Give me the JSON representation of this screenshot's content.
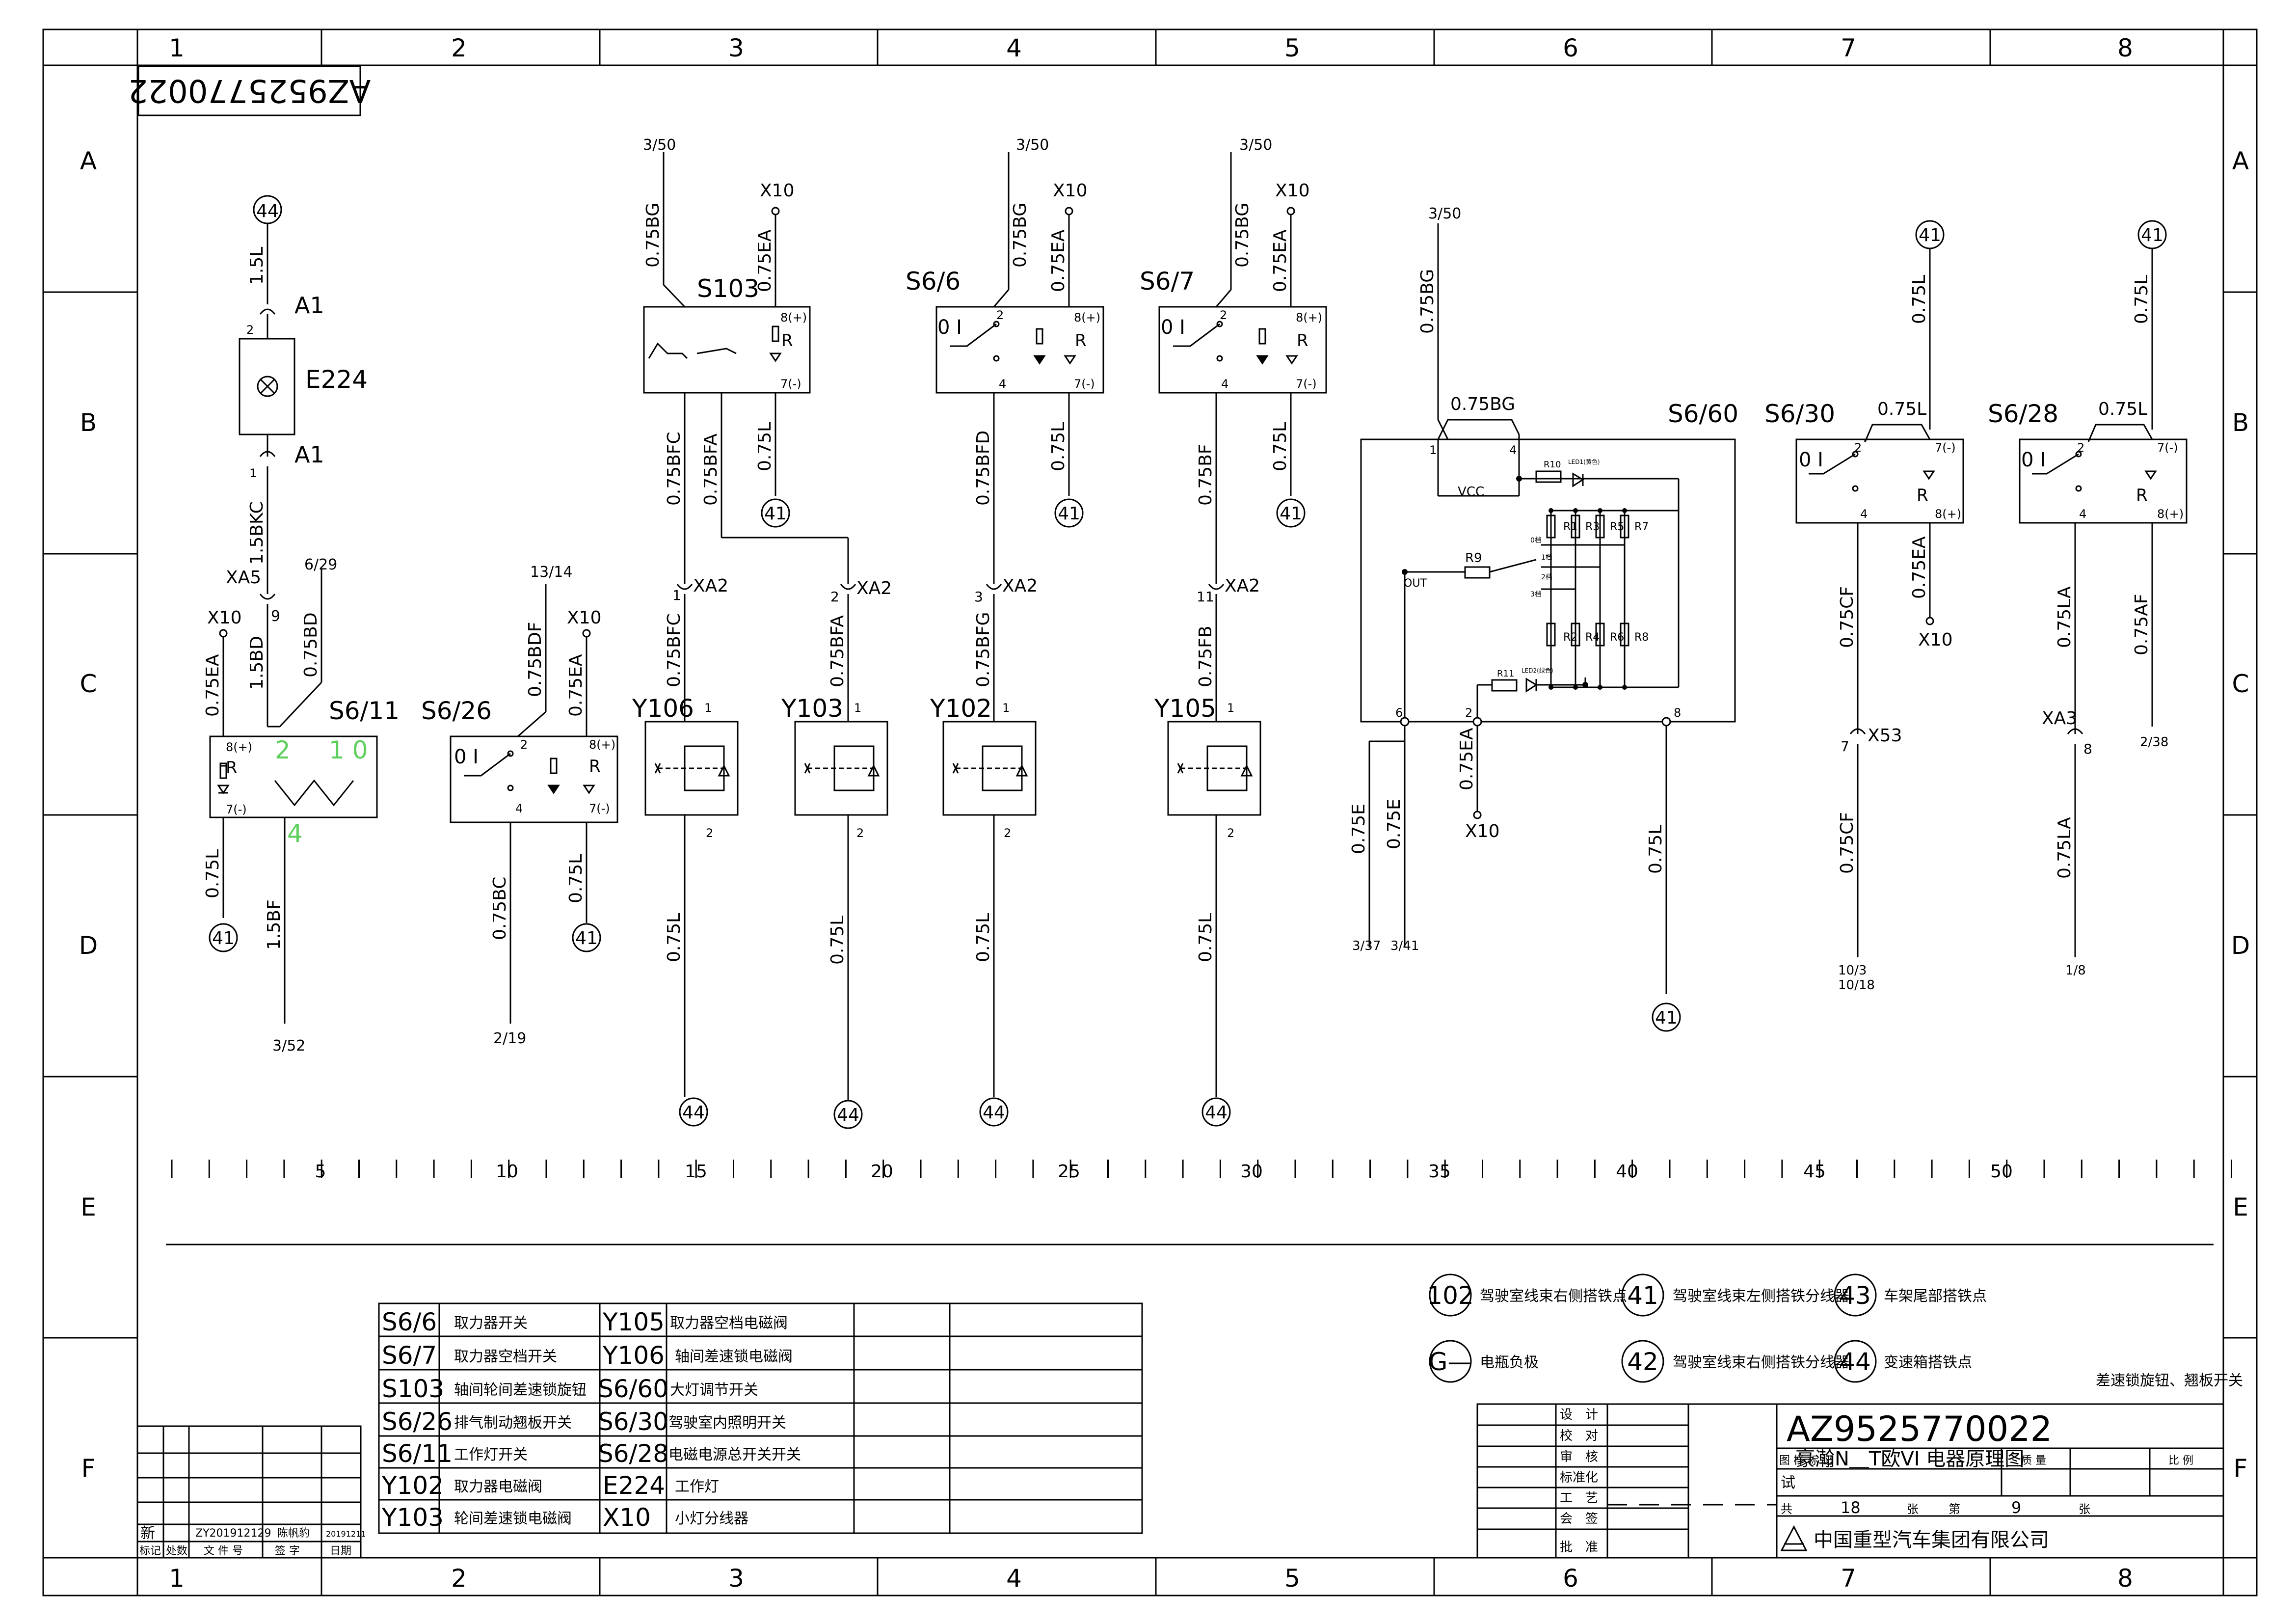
{
  "drawing_number": "AZ9525770022",
  "frame": {
    "columns": [
      "1",
      "2",
      "3",
      "4",
      "5",
      "6",
      "7",
      "8"
    ],
    "rows": [
      "A",
      "B",
      "C",
      "D",
      "E",
      "F"
    ]
  },
  "ruler": [
    "5",
    "10",
    "15",
    "20",
    "25",
    "30",
    "35",
    "40",
    "45",
    "50"
  ],
  "components": {
    "e224": {
      "name": "E224",
      "pin_a1_top": "A1",
      "pin_a1_bottom": "A1",
      "top_node": "44",
      "top_wire": "1.5L",
      "bottom_wire": "1.5BKC",
      "conn": "XA5",
      "conn_pin": "9",
      "ref_up": "6/29"
    },
    "s6_11": {
      "name": "S6/11",
      "supply": "X10",
      "supply_wire": "0.75EA",
      "wire_bd": "1.5BD",
      "wire_bd2": "0.75BD",
      "gnd_wire": "0.75L",
      "gnd_node": "41",
      "out_wire": "1.5BF",
      "ref_down": "3/52",
      "pos_label": "2",
      "pos_label2": "1 0",
      "pin4": "4",
      "p8": "8(+)",
      "p7": "7(-)",
      "r": "R"
    },
    "s6_26": {
      "name": "S6/26",
      "supply": "X10",
      "supply_wire": "0.75EA",
      "in_wire": "0.75BDF",
      "ref_up": "13/14",
      "gnd_wire": "0.75L",
      "gnd_node": "41",
      "out_wire": "0.75BC",
      "ref_down": "2/19",
      "p8": "8(+)",
      "p7": "7(-)",
      "r": "R",
      "sw": "0 I",
      "pin2": "2",
      "pin4": "4"
    },
    "s103": {
      "name": "S103",
      "ref_up": "3/50",
      "in_wire": "0.75BG",
      "supply": "X10",
      "supply_wire": "0.75EA",
      "gnd_wire": "0.75L",
      "gnd_node": "41",
      "out1": "0.75BFC",
      "out2": "0.75BFA",
      "p8": "8(+)",
      "p7": "7(-)",
      "r": "R"
    },
    "s6_6": {
      "name": "S6/6",
      "ref_up": "3/50",
      "in_wire": "0.75BG",
      "supply": "X10",
      "supply_wire": "0.75EA",
      "gnd_wire": "0.75L",
      "gnd_node": "41",
      "out_wire": "0.75BFD",
      "p8": "8(+)",
      "p7": "7(-)",
      "r": "R",
      "sw": "0 I",
      "pin2": "2",
      "pin4": "4"
    },
    "s6_7": {
      "name": "S6/7",
      "ref_up": "3/50",
      "in_wire": "0.75BG",
      "supply": "X10",
      "supply_wire": "0.75EA",
      "gnd_wire": "0.75L",
      "gnd_node": "41",
      "out_wire": "0.75BF",
      "p8": "8(+)",
      "p7": "7(-)",
      "r": "R",
      "sw": "0 I",
      "pin2": "2",
      "pin4": "4"
    },
    "xa2": {
      "label": "XA2",
      "p1": "1",
      "p2": "2",
      "p3": "3",
      "p11": "11"
    },
    "valves": [
      {
        "name": "Y106",
        "in_wire": "0.75BFC",
        "gnd_wire": "0.75L",
        "node": "44",
        "pin1": "1",
        "pin2": "2"
      },
      {
        "name": "Y103",
        "in_wire": "0.75BFA",
        "gnd_wire": "0.75L",
        "node": "44",
        "pin1": "1",
        "pin2": "2"
      },
      {
        "name": "Y102",
        "in_wire": "0.75BFG",
        "gnd_wire": "0.75L",
        "node": "44",
        "pin1": "1",
        "pin2": "2"
      },
      {
        "name": "Y105",
        "in_wire": "0.75FB",
        "gnd_wire": "0.75L",
        "node": "44",
        "pin1": "1",
        "pin2": "2"
      }
    ],
    "s6_60": {
      "name": "S6/60",
      "ref_up": "3/50",
      "in_wire": "0.75BG",
      "bridge_wire": "0.75BG",
      "pin1": "1",
      "pin4": "4",
      "pin6": "6",
      "pin2": "2",
      "pin8": "8",
      "vcc": "VCC",
      "out": "OUT",
      "r10": "R10",
      "led_top": "LED1(黄色)",
      "r9": "R9",
      "r11": "R11",
      "led_bot": "LED2(绿色)",
      "r1": "R1",
      "r3": "R3",
      "r5": "R5",
      "r7": "R7",
      "r2": "R2",
      "r4": "R4",
      "r6": "R6",
      "r8": "R8",
      "sw0": "0档",
      "sw1": "1档",
      "sw2": "2档",
      "sw3": "3档",
      "wire_e1": "0.75E",
      "wire_e2": "0.75E",
      "ref_e1": "3/37",
      "ref_e2": "3/41",
      "wire_ea": "0.75EA",
      "supply": "X10",
      "wire_l": "0.75L",
      "gnd_node": "41"
    },
    "s6_30": {
      "name": "S6/30",
      "top_node": "41",
      "top_wire": "0.75L",
      "bridge_wire": "0.75L",
      "sw": "0 I",
      "pin2": "2",
      "pin4": "4",
      "p7": "7(-)",
      "p8": "8(+)",
      "r": "R",
      "out_wire": "0.75CF",
      "conn": "X53",
      "conn_pin": "7",
      "out_wire2": "0.75CF",
      "ref1": "10/3",
      "ref2": "10/18",
      "supply_wire": "0.75EA",
      "supply": "X10"
    },
    "s6_28": {
      "name": "S6/28",
      "top_node": "41",
      "top_wire": "0.75L",
      "bridge_wire": "0.75L",
      "sw": "0 I",
      "pin2": "2",
      "pin4": "4",
      "p7": "7(-)",
      "p8": "8(+)",
      "r": "R",
      "out_wire": "0.75LA",
      "conn": "XA3",
      "conn_pin": "8",
      "out_wire2": "0.75LA",
      "ref1": "1/8",
      "wire_af": "0.75AF",
      "ref_af": "2/38"
    }
  },
  "component_table": {
    "rows": [
      [
        "S6/6",
        "取力器开关",
        "Y105",
        "取力器空档电磁阀"
      ],
      [
        "S6/7",
        "取力器空档开关",
        "Y106",
        "轴间差速锁电磁阀"
      ],
      [
        "S103",
        "轴间轮间差速锁旋钮",
        "S6/60",
        "大灯调节开关"
      ],
      [
        "S6/26",
        "排气制动翘板开关",
        "S6/30",
        "驾驶室内照明开关"
      ],
      [
        "S6/11",
        "工作灯开关",
        "S6/28",
        "电磁电源总开关开关"
      ],
      [
        "Y102",
        "取力器电磁阀",
        "E224",
        "工作灯"
      ],
      [
        "Y103",
        "轮间差速锁电磁阀",
        "X10",
        "小灯分线器"
      ]
    ]
  },
  "legend": [
    {
      "code": "102",
      "text": "驾驶室线束右侧搭铁点"
    },
    {
      "code": "41",
      "text": "驾驶室线束左侧搭铁分线器"
    },
    {
      "code": "43",
      "text": "车架尾部搭铁点"
    },
    {
      "code": "G—",
      "text": "电瓶负极"
    },
    {
      "code": "42",
      "text": "驾驶室线束右侧搭铁分线器"
    },
    {
      "code": "44",
      "text": "变速箱搭铁点"
    }
  ],
  "remark": "差速锁旋钮、翘板开关",
  "revision_block": {
    "mark": "新",
    "doc_no": "ZY201912129",
    "signer": "陈帆豹",
    "date": "20191211",
    "headers": [
      "标记",
      "处数",
      "文 件 号",
      "签 字",
      "日期"
    ]
  },
  "title_block": {
    "roles": [
      "设　计",
      "校　对",
      "审　核",
      "标准化",
      "工　艺",
      "会　签",
      "批　准"
    ],
    "title": "豪瀚N＿T欧VI 电器原理图",
    "number": "AZ9525770022",
    "col_headers": [
      "图 样 标 记",
      "质 量",
      "比 例"
    ],
    "trial": "试",
    "total_label": "共",
    "total": "18",
    "sheet_unit": "张",
    "sheet_label": "第",
    "sheet": "9",
    "sheet_unit2": "张",
    "company": "中国重型汽车集团有限公司"
  }
}
